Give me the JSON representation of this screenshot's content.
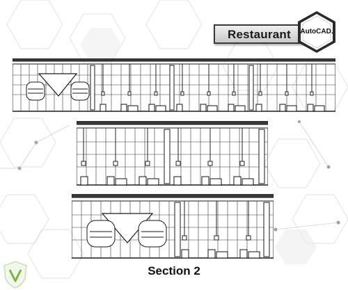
{
  "header": {
    "title": "Restaurant",
    "badge": "AutoCAD."
  },
  "caption": "Section 2",
  "colors": {
    "line": "#1a1a1a",
    "background_hex": "#e9e9e9",
    "logo_green": "#7cb342"
  },
  "icons": {
    "badge": "autocad-hexagon-icon",
    "logo": "shield-logo-icon"
  }
}
